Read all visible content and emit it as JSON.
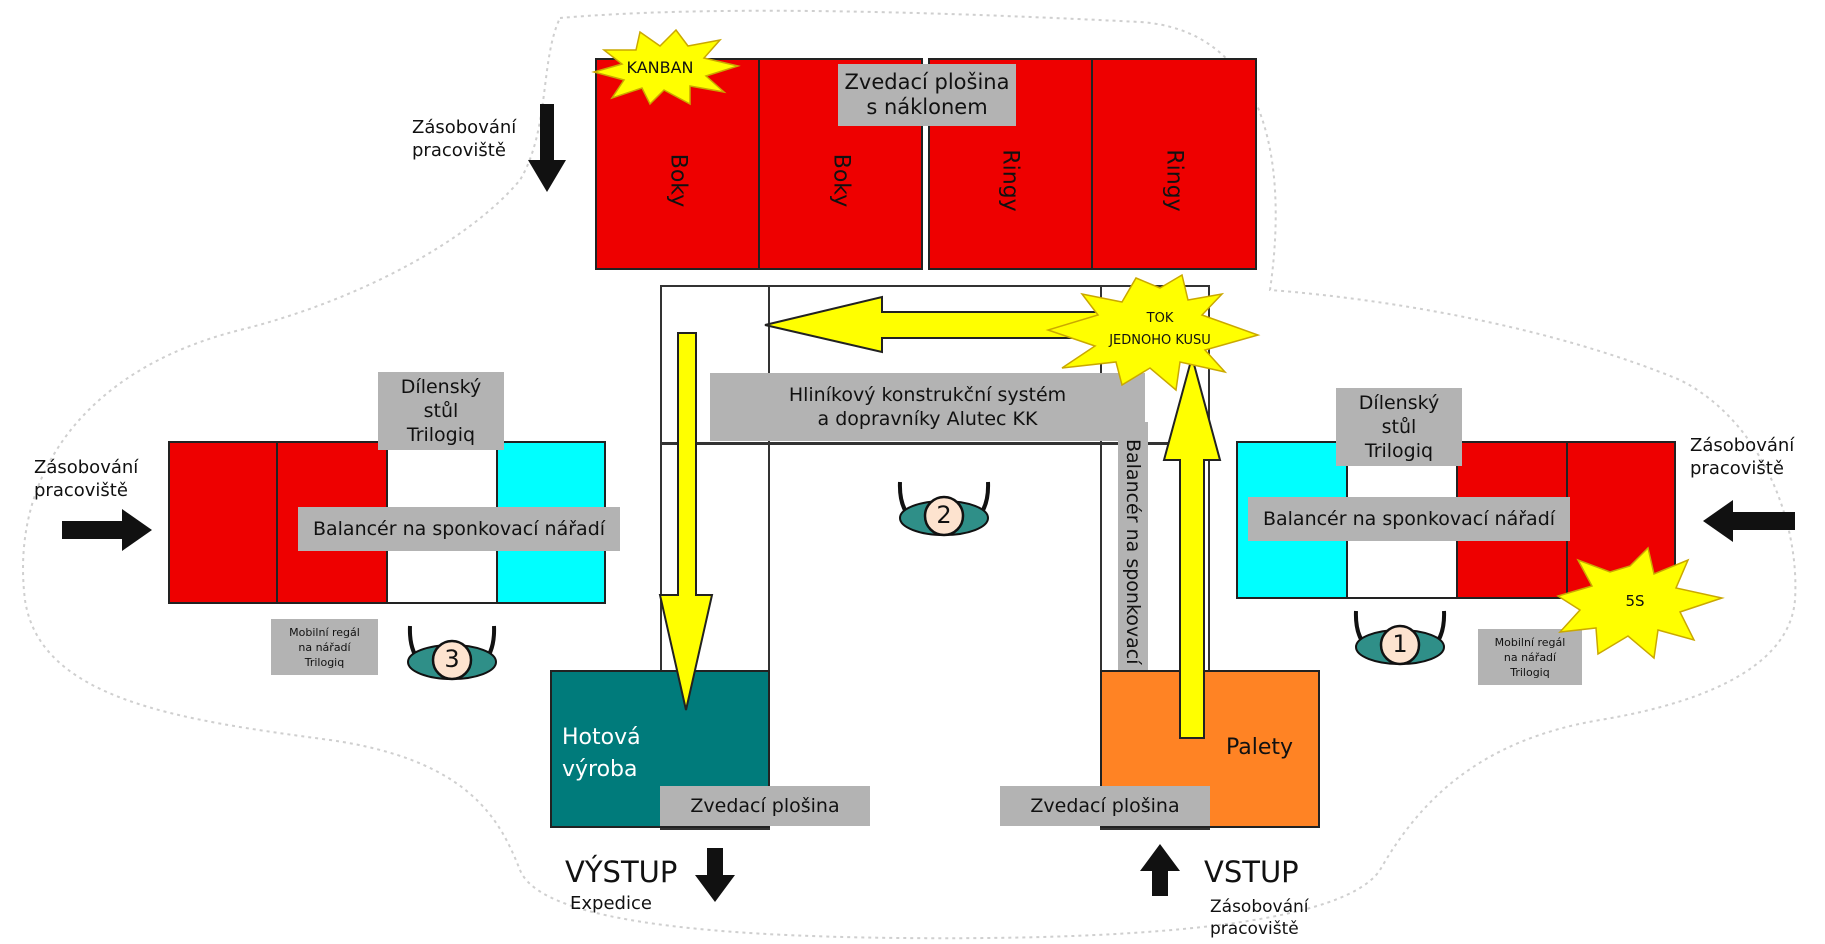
{
  "top_station": {
    "zone_labels": [
      "Boky",
      "Boky",
      "Ringy",
      "Ringy"
    ],
    "platform_label": "Zvedací plošina\ns náklonem",
    "kanban_label": "KANBAN",
    "supply_label": "Zásobování\npracoviště"
  },
  "center": {
    "aluminium_label": "Hliníkový konstrukční systém\na dopravníky Alutec KK",
    "balancer_vertical_label": "Balancér na sponkovací nářadí",
    "one_piece_flow_label": "TOK\nJEDNOHO KUSU",
    "worker_number": "2"
  },
  "left_station": {
    "table_label": "Dílenský\nstůl\nTrilogiq",
    "balancer_label": "Balancér na sponkovací nářadí",
    "mobile_rack_label": "Mobilní regál\nna nářadí\nTrilogiq",
    "supply_label": "Zásobování\npracoviště",
    "worker_number": "3"
  },
  "right_station": {
    "table_label": "Dílenský\nstůl\nTrilogiq",
    "balancer_label": "Balancér na sponkovací nářadí",
    "mobile_rack_label": "Mobilní regál\nna nářadí\nTrilogiq",
    "supply_label": "Zásobování\npracoviště",
    "five_s_label": "5S",
    "worker_number": "1"
  },
  "output": {
    "finished_label": "Hotová\nvýroba",
    "platform_label": "Zvedací plošina",
    "title": "VÝSTUP",
    "subtitle": "Expedice"
  },
  "input": {
    "pallets_label": "Palety",
    "platform_label": "Zvedací plošina",
    "title": "VSTUP",
    "subtitle": "Zásobování\npracoviště"
  },
  "colors": {
    "red": "#ee0000",
    "cyan": "#00ffff",
    "teal": "#007b7b",
    "orange": "#ff8324",
    "yellow": "#ffff00",
    "label_gray": "#b3b3b3"
  }
}
